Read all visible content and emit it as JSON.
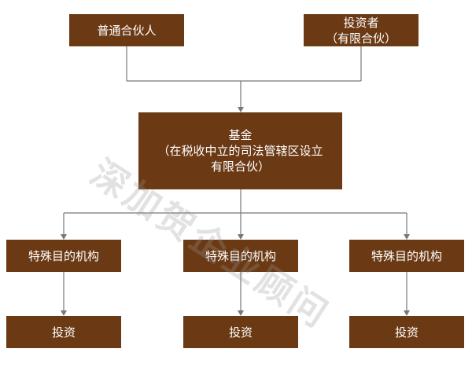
{
  "nodes": {
    "general_partner": "普通合伙人",
    "investor_line1": "投资者",
    "investor_line2": "（有限合伙）",
    "fund_line1": "基金",
    "fund_line2": "（在税收中立的司法管辖区设立",
    "fund_line3": "有限合伙）",
    "spv_1": "特殊目的机构",
    "spv_2": "特殊目的机构",
    "spv_3": "特殊目的机构",
    "investment_1": "投资",
    "investment_2": "投资",
    "investment_3": "投资"
  },
  "watermark": "深加贺企业顾问",
  "colors": {
    "box_fill": "#6b3a14",
    "box_text": "#ffffff",
    "connector": "#777777"
  }
}
